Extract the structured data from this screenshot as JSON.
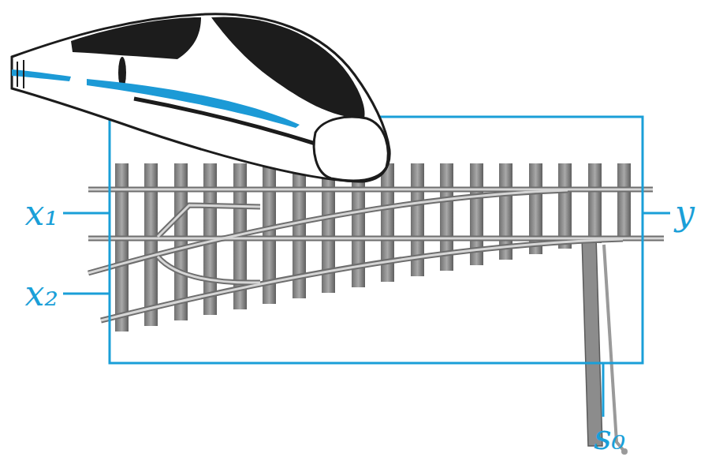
{
  "diagram": {
    "labels": [
      "x₁",
      "x₂",
      "y",
      "s₀"
    ]
  }
}
